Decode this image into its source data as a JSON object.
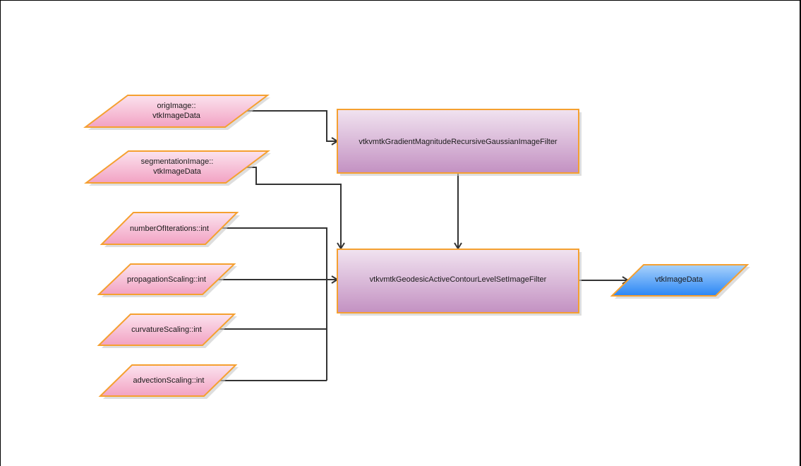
{
  "diagram": {
    "colors": {
      "input_fill_top": "#fbe3ee",
      "input_fill_bottom": "#f2a2c3",
      "process_fill_top": "#f1e3f0",
      "process_fill_bottom": "#c391c2",
      "output_fill_top": "#a9d2fb",
      "output_fill_bottom": "#2a86f5",
      "node_border": "#f5a030",
      "edge": "#333333"
    },
    "inputs": [
      {
        "id": "origImage",
        "lines": [
          "origImage::",
          "vtkImageData"
        ]
      },
      {
        "id": "segmentationImage",
        "lines": [
          "segmentationImage::",
          "vtkImageData"
        ]
      },
      {
        "id": "numberOfIterations",
        "lines": [
          "numberOfIterations::int"
        ]
      },
      {
        "id": "propagationScaling",
        "lines": [
          "propagationScaling::int"
        ]
      },
      {
        "id": "curvatureScaling",
        "lines": [
          "curvatureScaling::int"
        ]
      },
      {
        "id": "advectionScaling",
        "lines": [
          "advectionScaling::int"
        ]
      }
    ],
    "processes": [
      {
        "id": "gradient",
        "label": "vtkvmtkGradientMagnitudeRecursiveGaussianImageFilter"
      },
      {
        "id": "geodesic",
        "label": "vtkvmtkGeodesicActiveContourLevelSetImageFilter"
      }
    ],
    "outputs": [
      {
        "id": "output",
        "lines": [
          "vtkImageData"
        ]
      }
    ],
    "edges": [
      {
        "from": "origImage",
        "to": "gradient"
      },
      {
        "from": "segmentationImage",
        "to": "geodesic"
      },
      {
        "from": "gradient",
        "to": "geodesic"
      },
      {
        "from": "numberOfIterations",
        "to": "geodesic"
      },
      {
        "from": "propagationScaling",
        "to": "geodesic"
      },
      {
        "from": "curvatureScaling",
        "to": "geodesic"
      },
      {
        "from": "advectionScaling",
        "to": "geodesic"
      },
      {
        "from": "geodesic",
        "to": "output"
      }
    ]
  }
}
